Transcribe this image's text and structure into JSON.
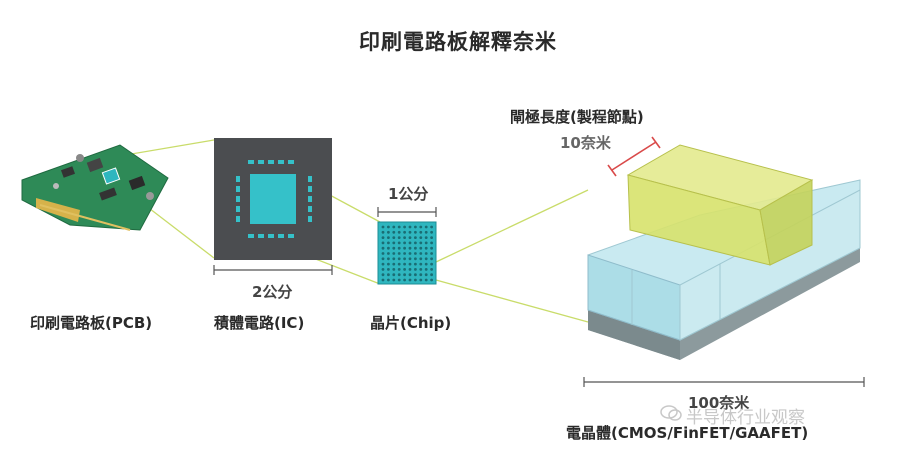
{
  "title": "印刷電路板解釋奈米",
  "labels": {
    "pcb": "印刷電路板(PCB)",
    "ic": "積體電路(IC)",
    "chip": "晶片(Chip)",
    "transistor": "電晶體(CMOS/FinFET/GAAFET)",
    "gate_length": "閘極長度(製程節點)"
  },
  "dimensions": {
    "ic_width": "2公分",
    "chip_width": "1公分",
    "gate_size": "10奈米",
    "transistor_width": "100奈米"
  },
  "watermark": "半导体行业观察",
  "colors": {
    "ic_background": "#4b4d50",
    "ic_core": "#35c1c9",
    "chip": "#2fb6bf",
    "connector_line": "#c9dc6a",
    "gate": "#d7e26b",
    "fin": "#a9dbe6",
    "substrate": "#8c9a9d",
    "dimension_marker": "#d94a4a",
    "pcb_board": "#2e8a57"
  }
}
